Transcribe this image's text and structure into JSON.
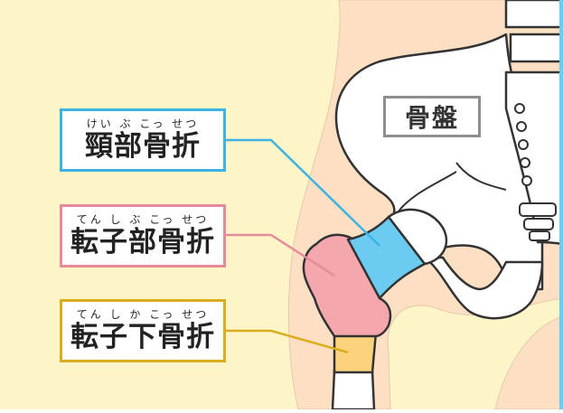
{
  "labels": {
    "pelvis": "骨盤",
    "femoral_neck_fracture": {
      "ruby": "けい ぶ こっ せつ",
      "text": "頸部骨折"
    },
    "trochanteric_fracture": {
      "ruby": "てん し ぶ こっ せつ",
      "text": "転子部骨折"
    },
    "subtrochanteric_fracture": {
      "ruby": "てん し か こっ せつ",
      "text": "転子下骨折"
    }
  },
  "colors": {
    "background": "#fdf4c8",
    "skin": "#fde0c4",
    "bone": "#ffffff",
    "outline": "#333333",
    "neck_region": "#6ccbf0",
    "neck_border": "#3cb3e2",
    "trochanter_region": "#f4a8ad",
    "trochanter_border": "#e58a9a",
    "subtrochanter_region": "#fdd27c",
    "subtrochanter_border": "#d9ad1d",
    "pelvis_border": "#8e8e8e"
  }
}
